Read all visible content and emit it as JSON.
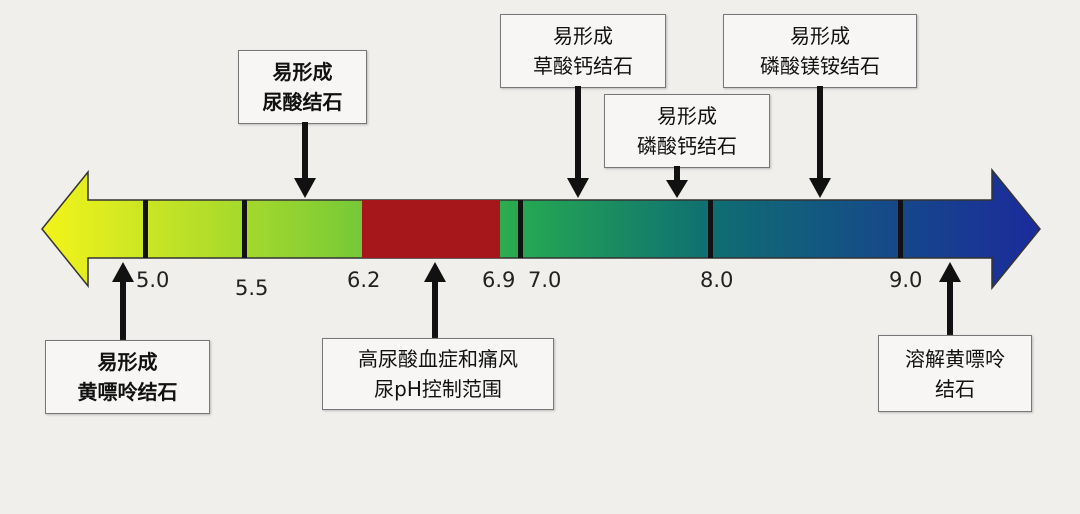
{
  "ph_scale": {
    "tick_labels": [
      "5.0",
      "5.5",
      "6.2",
      "6.9",
      "7.0",
      "8.0",
      "9.0"
    ],
    "highlight_range": [
      6.2,
      6.9
    ],
    "colors": {
      "left": "#f2f21a",
      "mid": "#25a852",
      "teal": "#0f6e72",
      "right": "#1b2a9c",
      "highlight": "#a5171a"
    }
  },
  "top_labels": [
    {
      "line1": "易形成",
      "line2": "尿酸结石"
    },
    {
      "line1": "易形成",
      "line2": "草酸钙结石"
    },
    {
      "line1": "易形成",
      "line2": "磷酸钙结石"
    },
    {
      "line1": "易形成",
      "line2": "磷酸镁铵结石"
    }
  ],
  "bottom_labels": [
    {
      "line1": "易形成",
      "line2": "黄嘌呤结石"
    },
    {
      "line1": "高尿酸血症和痛风",
      "line2": "尿pH控制范围"
    },
    {
      "line1": "溶解黄嘌呤",
      "line2": "结石"
    }
  ]
}
